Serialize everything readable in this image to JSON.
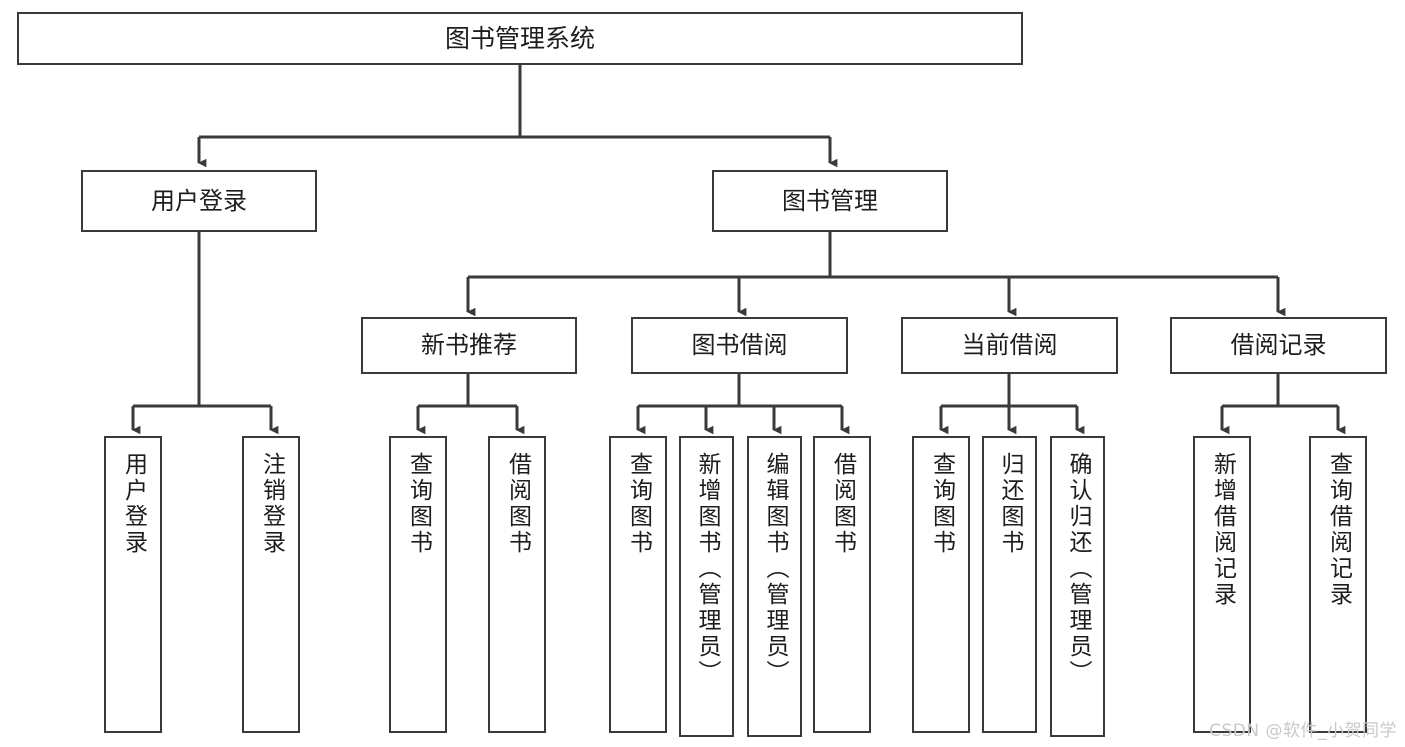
{
  "diagram": {
    "title": "图书管理系统",
    "type": "hierarchy-tree",
    "watermark": "CSDN @软件_小贺同学",
    "colors": {
      "background": "#ffffff",
      "border": "#3a3a3a",
      "connector": "#3a3a3a",
      "text": "#1d1d1d",
      "watermark": "#c9c9c9"
    },
    "levels": [
      {
        "level": 1,
        "nodes": [
          {
            "id": "root",
            "label": "图书管理系统",
            "orientation": "horizontal"
          }
        ]
      },
      {
        "level": 2,
        "nodes": [
          {
            "id": "user-login",
            "label": "用户登录",
            "orientation": "horizontal"
          },
          {
            "id": "book-manage",
            "label": "图书管理",
            "orientation": "horizontal"
          }
        ]
      },
      {
        "level": 3,
        "nodes": [
          {
            "id": "new-book-rec",
            "label": "新书推荐",
            "orientation": "horizontal"
          },
          {
            "id": "book-borrow",
            "label": "图书借阅",
            "orientation": "horizontal"
          },
          {
            "id": "current-borrow",
            "label": "当前借阅",
            "orientation": "horizontal"
          },
          {
            "id": "borrow-record",
            "label": "借阅记录",
            "orientation": "horizontal"
          }
        ]
      },
      {
        "level": 4,
        "nodes": [
          {
            "id": "leaf-user-login",
            "label": "用户登录",
            "orientation": "vertical",
            "parent": "user-login"
          },
          {
            "id": "leaf-logout",
            "label": "注销登录",
            "orientation": "vertical",
            "parent": "user-login"
          },
          {
            "id": "leaf-rec-query",
            "label": "查询图书",
            "orientation": "vertical",
            "parent": "new-book-rec"
          },
          {
            "id": "leaf-rec-borrow",
            "label": "借阅图书",
            "orientation": "vertical",
            "parent": "new-book-rec"
          },
          {
            "id": "leaf-borrow-query",
            "label": "查询图书",
            "orientation": "vertical",
            "parent": "book-borrow"
          },
          {
            "id": "leaf-add-book",
            "label": "新增图书（管理员）",
            "orientation": "vertical",
            "parent": "book-borrow"
          },
          {
            "id": "leaf-edit-book",
            "label": "编辑图书（管理员）",
            "orientation": "vertical",
            "parent": "book-borrow"
          },
          {
            "id": "leaf-borrow-book",
            "label": "借阅图书",
            "orientation": "vertical",
            "parent": "book-borrow"
          },
          {
            "id": "leaf-cur-query",
            "label": "查询图书",
            "orientation": "vertical",
            "parent": "current-borrow"
          },
          {
            "id": "leaf-return-book",
            "label": "归还图书",
            "orientation": "vertical",
            "parent": "current-borrow"
          },
          {
            "id": "leaf-confirm-return",
            "label": "确认归还（管理员）",
            "orientation": "vertical",
            "parent": "current-borrow"
          },
          {
            "id": "leaf-add-record",
            "label": "新增借阅记录",
            "orientation": "vertical",
            "parent": "borrow-record"
          },
          {
            "id": "leaf-query-record",
            "label": "查询借阅记录",
            "orientation": "vertical",
            "parent": "borrow-record"
          }
        ]
      }
    ]
  }
}
